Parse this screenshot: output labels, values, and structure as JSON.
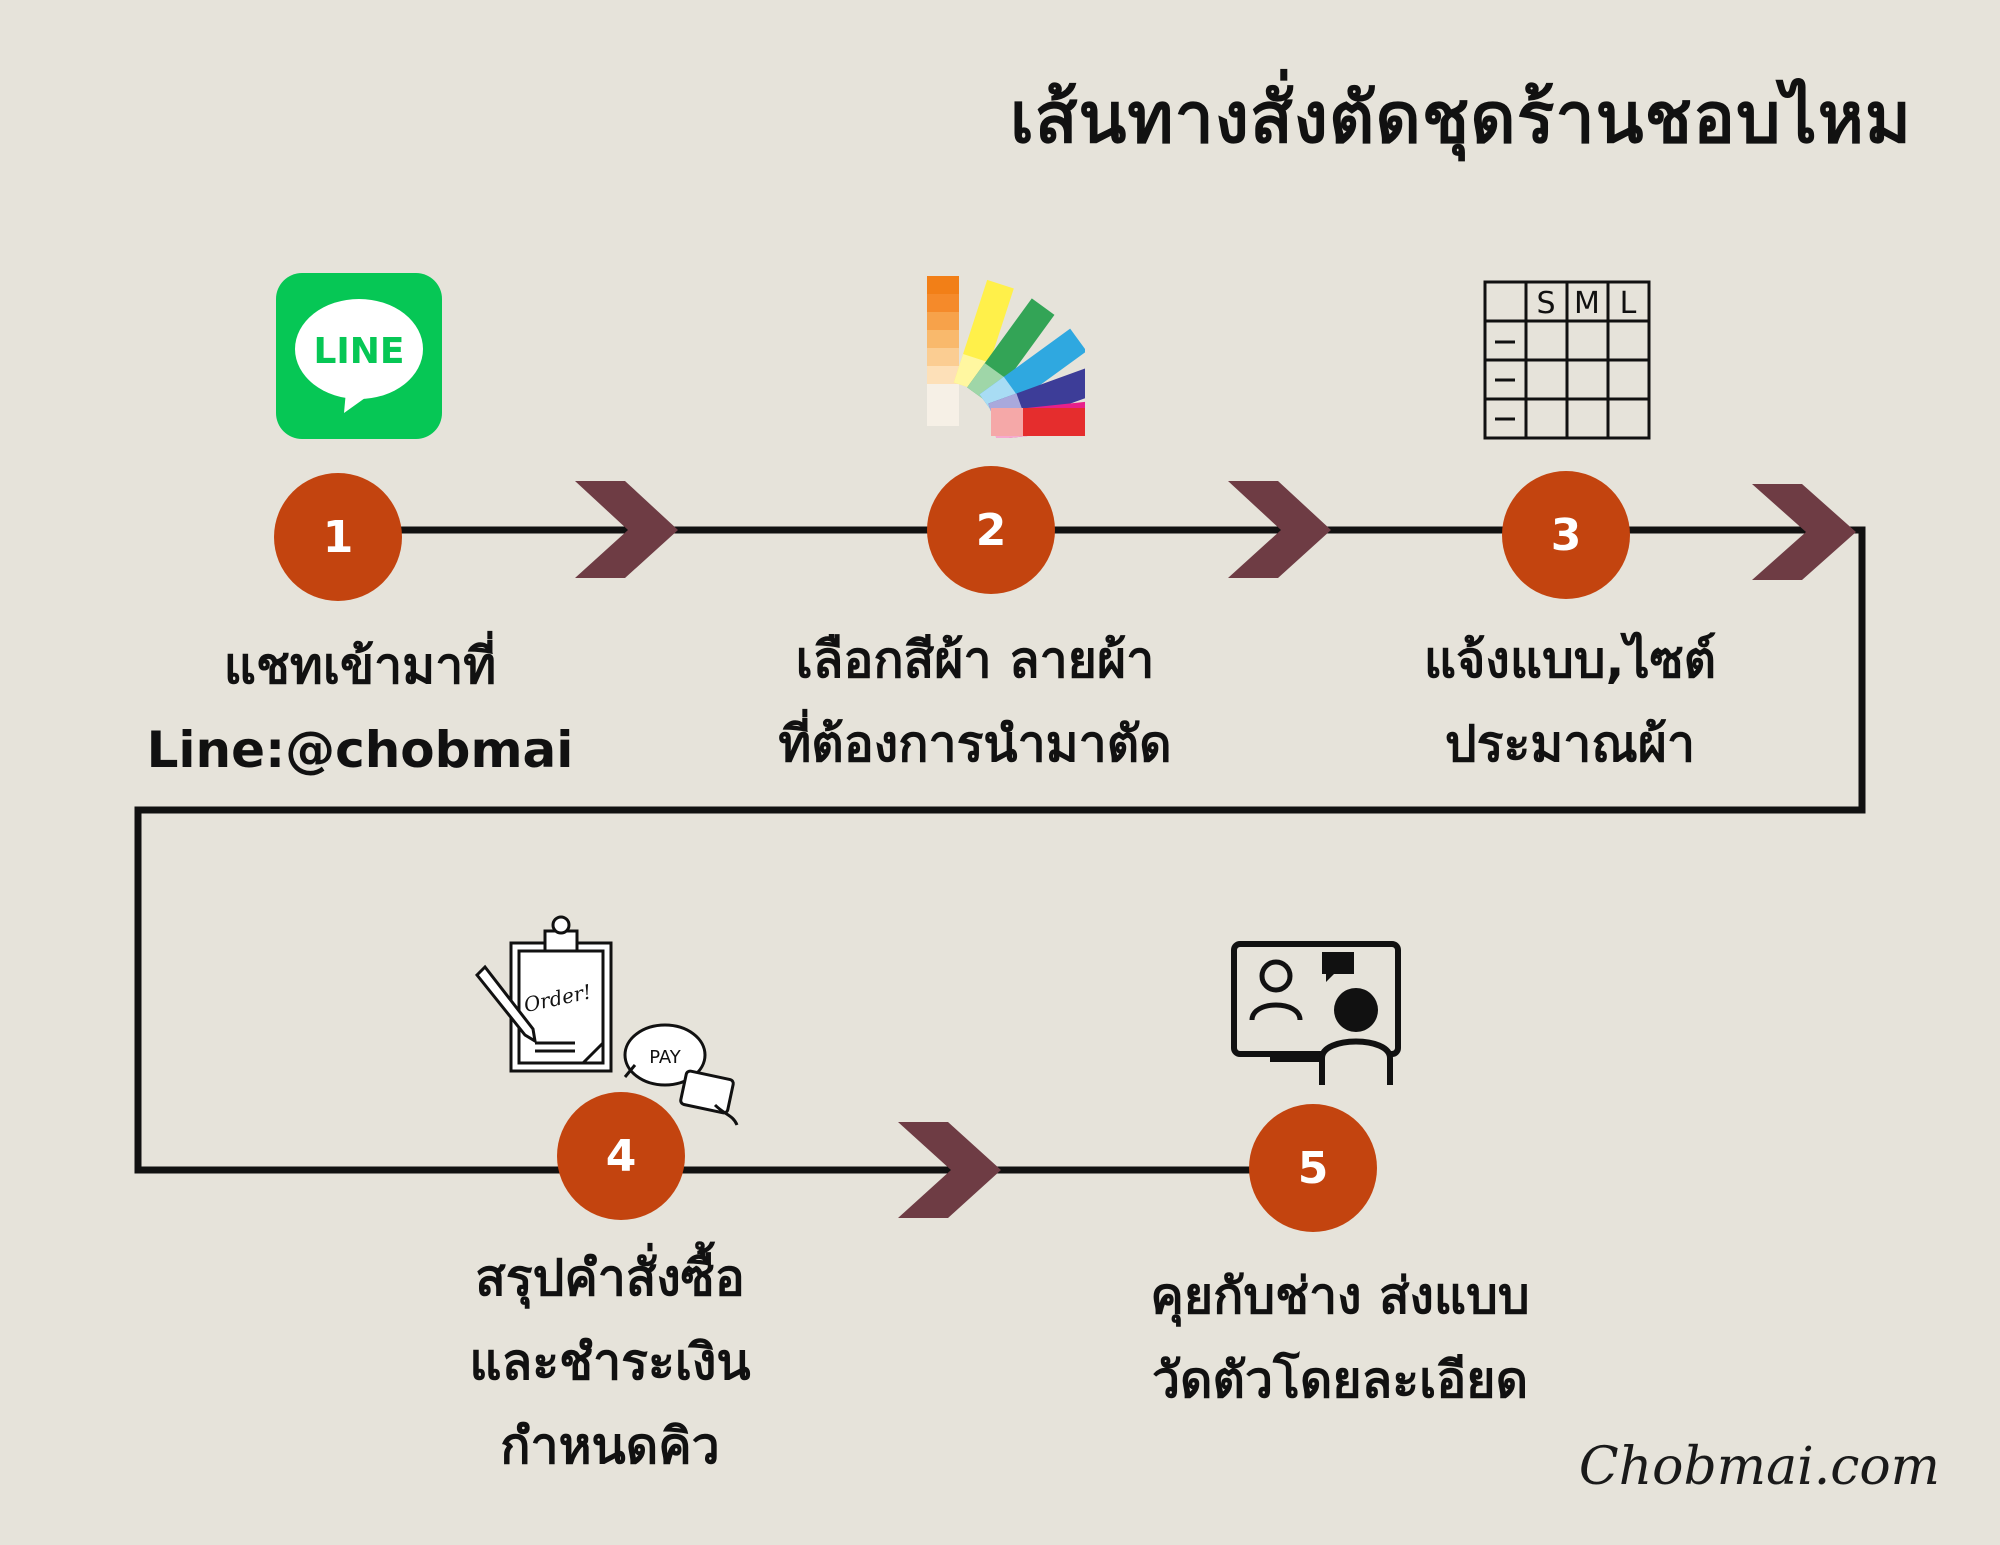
{
  "title": "เส้นทางสั่งตัดชุดร้านชอบไหม",
  "steps": [
    {
      "number": "1",
      "icon": "line-app-icon",
      "icon_text": "LINE",
      "lines": [
        "แชทเข้ามาที่",
        "Line:@chobmai"
      ]
    },
    {
      "number": "2",
      "icon": "color-swatch-fan-icon",
      "lines": [
        "เลือกสีผ้า ลายผ้า",
        "ที่ต้องการนำมาตัด"
      ]
    },
    {
      "number": "3",
      "icon": "size-chart-table-icon",
      "icon_text": [
        "S",
        "M",
        "L"
      ],
      "lines": [
        "แจ้งแบบ,ไซต์",
        "ประมาณผ้า"
      ]
    },
    {
      "number": "4",
      "icon": "order-clipboard-pay-icon",
      "icon_text": [
        "Order!",
        "PAY"
      ],
      "lines": [
        "สรุปคำสั่งซื้อ",
        "และชำระเงิน",
        "กำหนดคิว"
      ]
    },
    {
      "number": "5",
      "icon": "video-call-tailor-icon",
      "lines": [
        "คุยกับช่าง ส่งแบบ",
        "วัดตัวโดยละเอียด"
      ]
    }
  ],
  "signature": "Chobmai.com",
  "colors": {
    "background": "#e6e3da",
    "badge": "#c3440f",
    "arrow": "#6e3c44",
    "line": "#111111",
    "line_brand": "#06c755"
  }
}
